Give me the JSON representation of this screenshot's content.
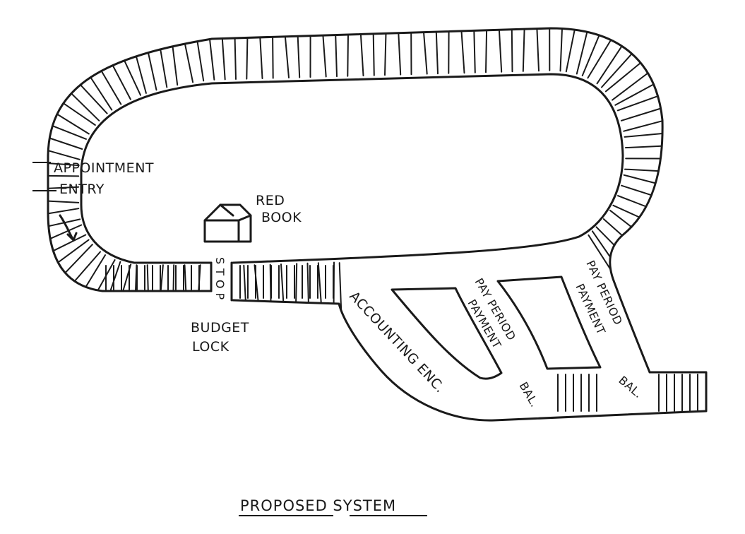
{
  "title": "PROPOSED SYSTEM",
  "labels": {
    "appointment_line1": "APPOINTMENT",
    "appointment_line2": "ENTRY",
    "red_book_line1": "RED",
    "red_book_line2": "BOOK",
    "stop": "STOP",
    "budget_lock_line1": "BUDGET",
    "budget_lock_line2": "LOCK",
    "accounting_enc": "ACCOUNTING ENC.",
    "pay_period_payment_1_line1": "PAY PERIOD",
    "pay_period_payment_1_line2": "PAYMENT",
    "bal_1": "BAL.",
    "pay_period_payment_2_line1": "PAY PERIOD",
    "pay_period_payment_2_line2": "PAYMENT",
    "bal_2": "BAL."
  },
  "colors": {
    "ink": "#1a1a1a",
    "paper": "#ffffff"
  },
  "icons": [
    "book-icon",
    "arrow-down-icon"
  ]
}
